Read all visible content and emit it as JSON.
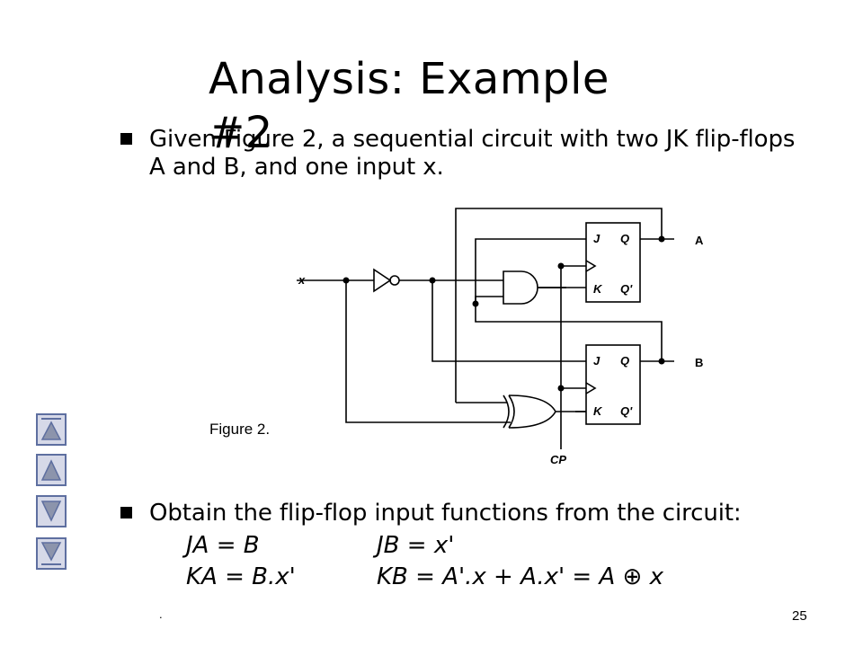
{
  "slide": {
    "title": "Analysis: Example #2",
    "bullet1": "Given Figure 2, a sequential circuit with two JK flip-flops A and B, and one input x.",
    "bullet2": "Obtain the flip-flop input functions from the circuit:",
    "equations": {
      "ja": "JA = B",
      "jb": "JB = x'",
      "ka": "KA = B.x'",
      "kb": "KB = A'.x + A.x' = A ⊕ x"
    },
    "caption": "Figure 2.",
    "page_number": "25",
    "footer_dot": "."
  },
  "circuit": {
    "input_label": "x",
    "clock_label": "CP",
    "ff_a": {
      "j": "J",
      "k": "K",
      "q": "Q",
      "qbar": "Q'",
      "output": "A"
    },
    "ff_b": {
      "j": "J",
      "k": "K",
      "q": "Q",
      "qbar": "Q'",
      "output": "B"
    }
  },
  "nav": {
    "buttons": [
      "first-slide",
      "previous-slide",
      "next-slide",
      "last-slide"
    ]
  },
  "colors": {
    "nav_fill": "#d6d9e8",
    "nav_border": "#5e6fa0",
    "nav_arrow": "#8c94ac"
  }
}
